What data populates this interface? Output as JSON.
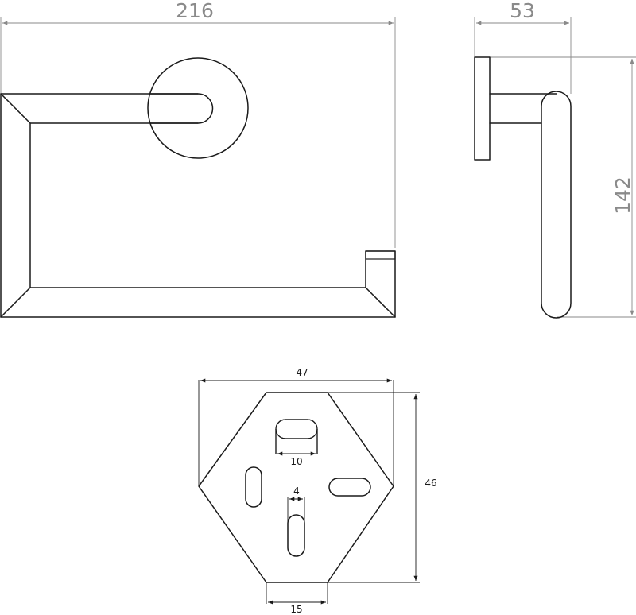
{
  "drawing": {
    "front_view": {
      "dim_width": "216"
    },
    "side_view": {
      "dim_depth": "53",
      "dim_height": "142"
    },
    "wall_plate": {
      "dim_width": "47",
      "dim_height": "46",
      "dim_top_slot": "10",
      "dim_lower_slot": "4",
      "dim_bottom_flat": "15"
    }
  }
}
